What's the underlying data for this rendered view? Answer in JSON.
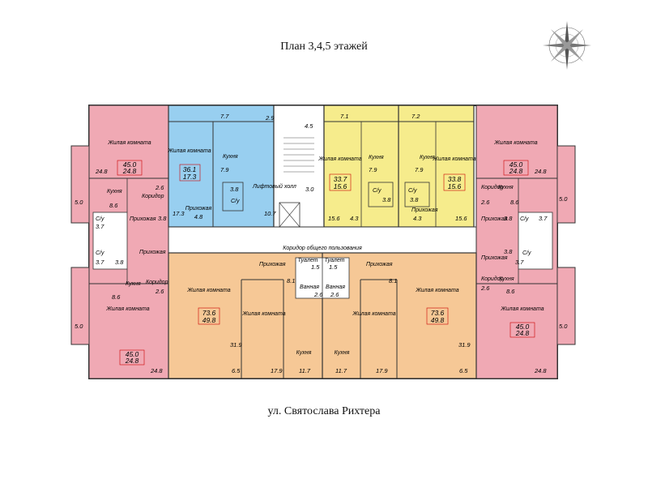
{
  "header": {
    "title": "План 3,4,5 этажей"
  },
  "footer": {
    "street": "ул. Святослава Рихтера"
  },
  "colors": {
    "one_room_pink": "#f0a9b4",
    "studio_blue": "#98cff0",
    "one_room_yellow": "#f6ec8c",
    "two_room_orange": "#f6c896",
    "wall": "#333333"
  },
  "labels": {
    "living_room": "Жилая комната",
    "kitchen": "Кухня",
    "hallway": "Прихожая",
    "corridor": "Коридор",
    "bathroom": "С/у",
    "wc": "Туалет",
    "bath": "Ванная",
    "elevator_hall": "Лифтовый холл",
    "common_corridor": "Коридор общего пользования"
  },
  "apartments": {
    "left_top": {
      "total": "45.0",
      "living": "24.8"
    },
    "left_bottom": {
      "total": "45.0",
      "living": "24.8"
    },
    "right_top": {
      "total": "45.0",
      "living": "24.8"
    },
    "right_bottom": {
      "total": "45.0",
      "living": "24.8"
    },
    "studio": {
      "total": "36.1",
      "living": "17.3"
    },
    "yellow_left": {
      "total": "33.7",
      "living": "15.6"
    },
    "yellow_right": {
      "total": "33.8",
      "living": "15.6"
    },
    "orange_left": {
      "total": "73.6",
      "living": "49.8"
    },
    "orange_right": {
      "total": "73.6",
      "living": "49.8"
    }
  },
  "areas": {
    "balc_left_top": "5.0",
    "living_left_top": "24.8",
    "corr_left_top": "2.6",
    "kitchen_left_top": "8.6",
    "bath_left_top": "3.7",
    "hall_left_top": "3.8",
    "bath_left_bot": "3.7",
    "hall_left_bot": "3.8",
    "corr_left_bot": "2.6",
    "kitchen_left_bot": "8.6",
    "balc_left_bot": "5.0",
    "living_left_bot": "24.8",
    "balc_studio": "7.7",
    "studio_living": "17.3",
    "studio_kitchen": "7.9",
    "studio_bath": "3.8",
    "studio_hall": "4.8",
    "stair_top": "2.9",
    "stair_area": "4.5",
    "elev_a": "3.0",
    "elev_b": "10.7",
    "y_balc_l": "7.1",
    "y_balc_r": "7.2",
    "y_kitchen_l": "7.9",
    "y_kitchen_r": "7.9",
    "y_bath_l": "3.8",
    "y_bath_r": "3.8",
    "y_hall_l": "4.3",
    "y_hall_r": "4.3",
    "y_living_l": "15.6",
    "y_living_r": "15.6",
    "o_living_l": "31.9",
    "o_balc_l": "6.5",
    "o_room_l": "17.9",
    "o_kitchen_l": "11.7",
    "o_hall_l": "8.1",
    "o_living_r": "31.9",
    "o_balc_r": "6.5",
    "o_room_r": "17.9",
    "o_kitchen_r": "11.7",
    "o_hall_r": "8.1",
    "o_wc_l": "1.5",
    "o_wc_r": "1.5",
    "o_bath_l": "2.6",
    "o_bath_r": "2.6",
    "balc_right_top": "5.0",
    "living_right_top": "24.8",
    "corr_right_top": "2.6",
    "kitchen_right_top": "8.6",
    "bath_right_top": "3.7",
    "hall_right_top": "3.8",
    "bath_right_bot": "3.7",
    "hall_right_bot": "3.8",
    "corr_right_bot": "2.6",
    "kitchen_right_bot": "8.6",
    "balc_right_bot": "5.0",
    "living_right_bot": "24.8"
  }
}
